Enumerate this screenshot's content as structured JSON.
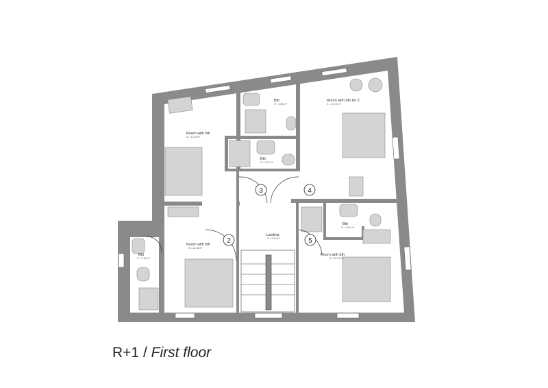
{
  "title": {
    "level": "R+1",
    "separator": " / ",
    "name": "First floor"
  },
  "rooms": [
    {
      "label": "Room with bth",
      "area": "S = 11.65 m²"
    },
    {
      "label": "Bth",
      "area": "S = 3.08 m²"
    },
    {
      "label": "Bth",
      "area": "S = 2.97 m²"
    },
    {
      "label": "Room with bth for 2",
      "area": "S = 16.73 m²"
    },
    {
      "label": "Room with bth",
      "area": "S = 11.16 m²"
    },
    {
      "label": "Bth",
      "area": "S = 3.16 m²"
    },
    {
      "label": "Landing",
      "area": "S = 5.70 m²"
    },
    {
      "label": "Bth",
      "area": "S = 3.41 m²"
    },
    {
      "label": "Room with bth",
      "area": "S = 10.70 m²"
    }
  ],
  "room_numbers": [
    "3",
    "4",
    "2",
    "5"
  ],
  "colors": {
    "wall": "#8a8a8a",
    "furniture": "#d4d4d4",
    "line": "#333333"
  }
}
